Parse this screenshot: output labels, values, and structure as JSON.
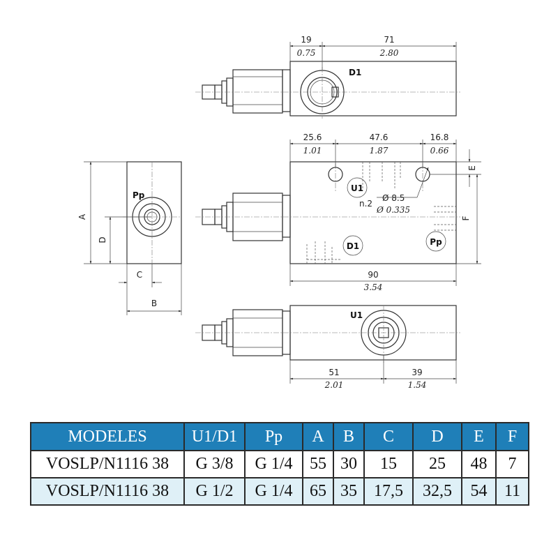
{
  "drawing": {
    "top_view": {
      "dims": [
        {
          "mm": "19",
          "inch": "0.75"
        },
        {
          "mm": "71",
          "inch": "2.80"
        }
      ],
      "port": "D1"
    },
    "front_view": {
      "dims_top": [
        {
          "mm": "25.6",
          "inch": "1.01"
        },
        {
          "mm": "47.6",
          "inch": "1.87"
        },
        {
          "mm": "16.8",
          "inch": "0.66"
        }
      ],
      "dim_bottom": {
        "mm": "90",
        "inch": "3.54"
      },
      "dim_right_e": "E",
      "dim_right_f": "F",
      "ports": [
        "U1",
        "D1",
        "Pp"
      ],
      "holes_count": "n.2",
      "hole_dia_mm": "Ø 8.5",
      "hole_dia_inch": "Ø 0.335"
    },
    "side_view": {
      "port": "Pp",
      "dim_a": "A",
      "dim_b": "B",
      "dim_c": "C",
      "dim_d": "D"
    },
    "bottom_view": {
      "port": "U1",
      "dims": [
        {
          "mm": "51",
          "inch": "2.01"
        },
        {
          "mm": "39",
          "inch": "1.54"
        }
      ]
    }
  },
  "table": {
    "headers": [
      "MODELES",
      "U1/D1",
      "Pp",
      "A",
      "B",
      "C",
      "D",
      "E",
      "F"
    ],
    "rows": [
      [
        "VOSLP/N1116 38",
        "G 3/8",
        "G 1/4",
        "55",
        "30",
        "15",
        "25",
        "48",
        "7"
      ],
      [
        "VOSLP/N1116 38",
        "G 1/2",
        "G 1/4",
        "65",
        "35",
        "17,5",
        "32,5",
        "54",
        "11"
      ]
    ]
  },
  "colors": {
    "header_bg": "#1f7fb8",
    "alt_row_bg": "#dff0f7"
  }
}
